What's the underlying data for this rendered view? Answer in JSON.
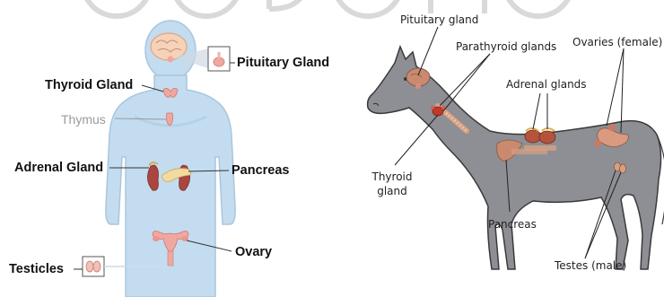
{
  "human": {
    "labels": {
      "pituitary": "Pituitary Gland",
      "thyroid": "Thyroid Gland",
      "thymus": "Thymus",
      "adrenal": "Adrenal Gland",
      "pancreas": "Pancreas",
      "ovary": "Ovary",
      "testicles": "Testicles"
    }
  },
  "horse": {
    "labels": {
      "pituitary": "Pituitary gland",
      "parathyroid": "Parathyroid glands",
      "ovaries": "Ovaries (female)",
      "adrenal": "Adrenal glands",
      "thyroid_line1": "Thyroid",
      "thyroid_line2": "gland",
      "pancreas": "Pancreas",
      "testes": "Testes (male)"
    }
  },
  "colors": {
    "body_fill": "#c4dcef",
    "body_stroke": "#a9c6de",
    "gland_pink": "#f0a7a0",
    "kidney": "#a94640",
    "pancreas": "#f2dba0",
    "horse_fill": "#8d8f95",
    "horse_organ": "#c98a70",
    "horse_red": "#c0392b",
    "watermark": "#d8d8d8"
  }
}
